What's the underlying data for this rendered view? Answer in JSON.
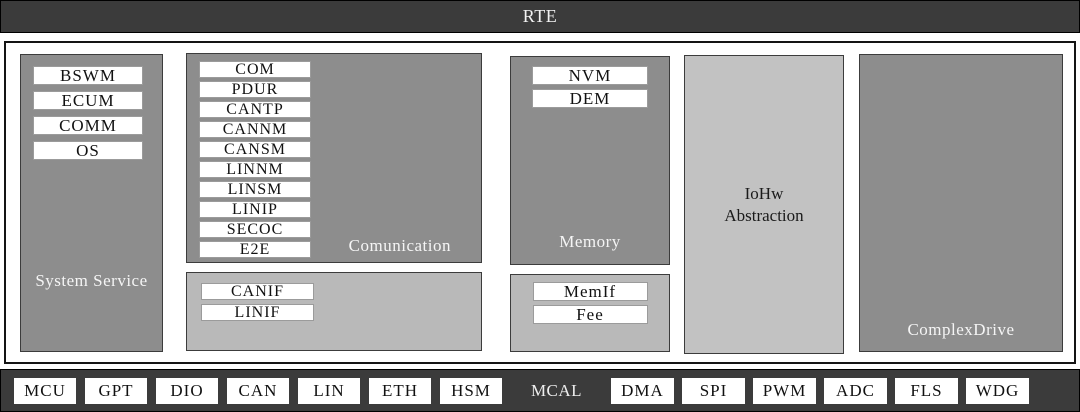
{
  "colors": {
    "bar_background": "#3b3b3b",
    "block_dark": "#8d8d8d",
    "block_light": "#b9b9b9",
    "iohw_block_background": "#c2c2c2",
    "module_background": "#ffffff",
    "text_on_dark": "#f5f5f5",
    "text_on_light": "#1a1a1a"
  },
  "rte_bar": {
    "label": "RTE"
  },
  "layers": {
    "system_service": {
      "label": "System Service",
      "modules": [
        "BSWM",
        "ECUM",
        "COMM",
        "OS"
      ]
    },
    "communication": {
      "label": "Comunication",
      "modules": [
        "COM",
        "PDUR",
        "CANTP",
        "CANNM",
        "CANSM",
        "LINNM",
        "LINSM",
        "LINIP",
        "SECOC",
        "E2E"
      ]
    },
    "communication_interface": {
      "modules": [
        "CANIF",
        "LINIF"
      ]
    },
    "memory": {
      "label": "Memory",
      "modules": [
        "NVM",
        "DEM"
      ]
    },
    "memory_interface": {
      "modules": [
        "MemIf",
        "Fee"
      ]
    },
    "iohw_abstraction": {
      "label": "IoHw\nAbstraction"
    },
    "complex_drive": {
      "label": "ComplexDrive"
    }
  },
  "mcal_bar": {
    "label": "MCAL",
    "modules_left": [
      "MCU",
      "GPT",
      "DIO",
      "CAN",
      "LIN",
      "ETH",
      "HSM"
    ],
    "modules_right": [
      "DMA",
      "SPI",
      "PWM",
      "ADC",
      "FLS",
      "WDG"
    ]
  }
}
